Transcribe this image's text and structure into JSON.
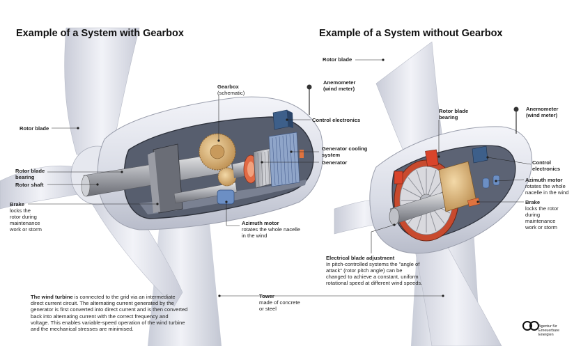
{
  "titles": {
    "left": "Example of a System with Gearbox",
    "right": "Example of a System without Gearbox"
  },
  "left_labels": {
    "rotor_blade": "Rotor blade",
    "rotor_blade_bearing": "Rotor blade bearing",
    "rotor_shaft": "Rotor shaft",
    "brake_title": "Brake",
    "brake_desc": "locks the rotor during maintenance work or storm",
    "gearbox_title": "Gearbox",
    "gearbox_sub": "(schematic)",
    "anemometer_title": "Anemometer",
    "anemometer_sub": "(wind meter)",
    "control_electronics": "Control electronics",
    "generator_cooling": "Generator cooling system",
    "generator": "Generator",
    "azimuth_title": "Azimuth motor",
    "azimuth_desc": "rotates the whole nacelle in the wind"
  },
  "right_labels": {
    "rotor_blade": "Rotor blade",
    "rotor_blade_bearing": "Rotor blade bearing",
    "anemometer_title": "Anemometer",
    "anemometer_sub": "(wind meter)",
    "control_electronics": "Control electronics",
    "azimuth_title": "Azimuth motor",
    "azimuth_desc": "rotates the whole nacelle in the wind",
    "brake_title": "Brake",
    "brake_desc": "locks the rotor during maintenance work or storm",
    "electrical_title": "Electrical blade adjustment",
    "electrical_desc": "In pitch-controlled systems the \"angle of attack\" (rotor pitch angle) can be changed to achieve a constant, uniform rotational speed at different wind speeds.",
    "tower_title": "Tower",
    "tower_desc": "made of concrete or steel"
  },
  "bottom_text": {
    "lead": "The wind turbine",
    "rest": " is connected to the grid via an intermediate direct current circuit. The alternating current generated by the generator is first converted into direct current and is then converted back into alternating current with the correct frequency and voltage. This enables variable-speed operation of the wind turbine and the mechanical stresses are minimised."
  },
  "logo": {
    "text": "Agentur für Erneuerbare Energien"
  },
  "colors": {
    "nacelle": "#e4e6ee",
    "interior": "#5c6374",
    "blade": "#dfe2ea",
    "gear": "#d9b078",
    "copper": "#d85a3a",
    "control_box": "#3c5c84"
  }
}
